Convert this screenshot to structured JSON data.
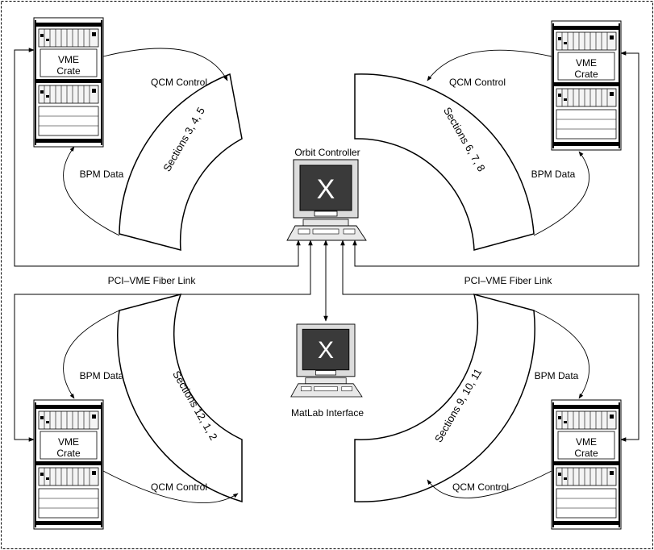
{
  "sections": {
    "top_left": "Sections 3, 4, 5",
    "top_right": "Sections 6, 7, 8",
    "bottom_left": "Sections 12, 1, 2",
    "bottom_right": "Sections 9, 10, 11"
  },
  "labels": {
    "qcm_control": "QCM Control",
    "bpm_data": "BPM Data",
    "fiber_link": "PCI–VME Fiber Link",
    "orbit_controller": "Orbit Controller",
    "matlab_interface": "MatLab Interface"
  },
  "crate": {
    "line1": "VME",
    "line2": "Crate"
  },
  "monitor_glyph": "X"
}
